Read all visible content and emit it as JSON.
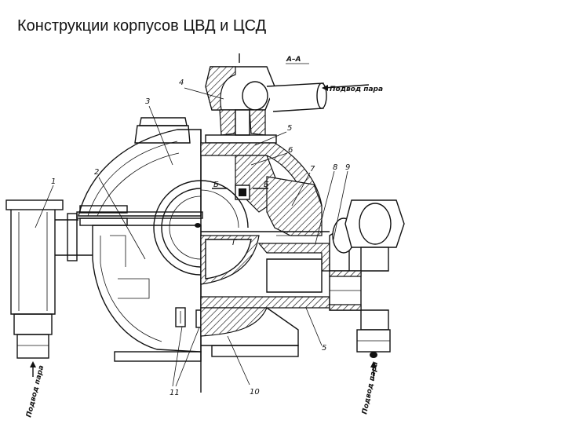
{
  "title": "Конструкции корпусов ЦВД и ЦСД",
  "section_label": "А–А",
  "steam_supply_top": "Подвод пара",
  "steam_supply_left": "Подвод пара",
  "steam_supply_right": "Подвод пара",
  "callouts": {
    "c1": "1",
    "c2": "2",
    "c3": "3",
    "c4": "4",
    "c5a": "5",
    "c6": "6",
    "c7": "7",
    "c8": "8",
    "c9": "9",
    "c5b": "5",
    "c10": "10",
    "c11": "11"
  },
  "section_marks": {
    "b_left": "Б",
    "b_right": "Б",
    "g": "Г"
  }
}
